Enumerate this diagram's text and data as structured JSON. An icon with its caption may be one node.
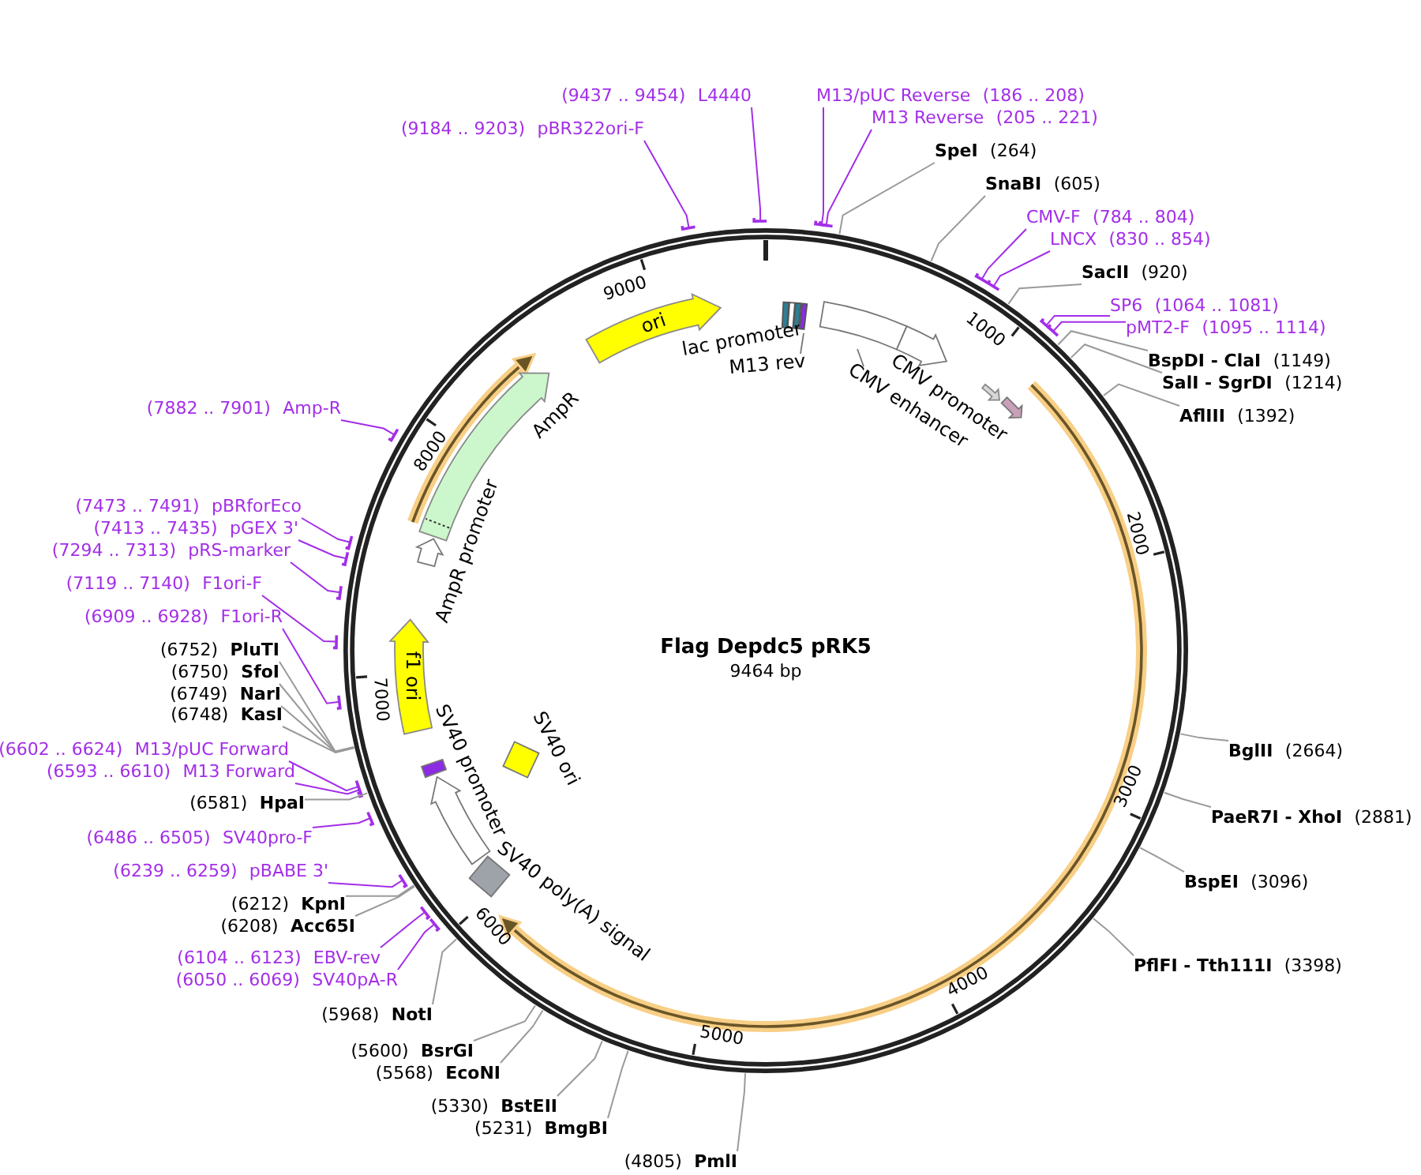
{
  "diagram": {
    "nodes": [
      {
        "text": [
          "Flag Depdc5 pRK5",
          "9464 bp"
        ]
      },
      {
        "text": [
          "ori"
        ],
        "in": 0
      },
      {
        "text": [
          "lac promoter"
        ],
        "in": 0
      },
      {
        "text": [
          "M13 rev"
        ],
        "in": 0
      },
      {
        "text": [
          "CMV enhancer"
        ],
        "in": 0
      },
      {
        "text": [
          "CMV promoter"
        ],
        "in": 0
      },
      {
        "text": [],
        "shape": "arrow",
        "in": 0
      },
      {
        "text": [],
        "shape": "arrow",
        "in": 0
      },
      {
        "text": [
          "AmpR"
        ],
        "in": 0
      },
      {
        "text": [
          "AmpR promoter"
        ],
        "in": 0
      },
      {
        "text": [
          "f1 ori"
        ],
        "in": 0
      },
      {
        "text": [
          "SV40 promoter"
        ],
        "in": 0
      },
      {
        "text": [
          "SV40 ori"
        ],
        "in": 0
      },
      {
        "text": [
          "SV40 poly(A) signal"
        ],
        "in": 0
      },
      {
        "text": [
          "(9437 .. 9454)",
          "L4440"
        ]
      },
      {
        "text": [
          "M13/pUC Reverse",
          "(186 .. 208)"
        ]
      },
      {
        "text": [
          "M13 Reverse",
          "(205 .. 221)"
        ]
      },
      {
        "text": [
          "(9184 .. 9203)",
          "pBR322ori-F"
        ]
      },
      {
        "text": [
          "SpeI",
          "(264)"
        ]
      },
      {
        "text": [
          "SnaBI",
          "(605)"
        ]
      },
      {
        "text": [
          "CMV-F",
          "(784 .. 804)"
        ]
      },
      {
        "text": [
          "LNCX",
          "(830 .. 854)"
        ]
      },
      {
        "text": [
          "SacII",
          "(920)"
        ]
      },
      {
        "text": [
          "SP6",
          "(1064 .. 1081)"
        ]
      },
      {
        "text": [
          "pMT2-F",
          "(1095 .. 1114)"
        ]
      },
      {
        "text": [
          "BspDI - ClaI",
          "(1149)"
        ]
      },
      {
        "text": [
          "SalI - SgrDI",
          "(1214)"
        ]
      },
      {
        "text": [
          "(7882 .. 7901)",
          "Amp-R"
        ]
      },
      {
        "text": [
          "AflIII",
          "(1392)"
        ]
      },
      {
        "text": [
          "(7473 .. 7491)",
          "pBRforEco"
        ]
      },
      {
        "text": [
          "(7413 .. 7435)",
          "pGEX 3'"
        ]
      },
      {
        "text": [
          "(7294 .. 7313)",
          "pRS-marker"
        ]
      },
      {
        "text": [
          "(7119 .. 7140)",
          "F1ori-F"
        ]
      },
      {
        "text": [
          "(6909 .. 6928)",
          "F1ori-R"
        ]
      },
      {
        "text": [
          "(6752)",
          "PluTI"
        ]
      },
      {
        "text": [
          "(6750)",
          "SfoI"
        ]
      },
      {
        "text": [
          "(6749)",
          "NarI"
        ]
      },
      {
        "text": [
          "(6748)",
          "KasI"
        ]
      },
      {
        "text": [
          "(6602 .. 6624)",
          "M13/pUC Forward"
        ]
      },
      {
        "text": [
          "BglII",
          "(2664)"
        ]
      },
      {
        "text": [
          "(6593 .. 6610)",
          "M13 Forward"
        ]
      },
      {
        "text": [
          "(6581)",
          "HpaI"
        ]
      },
      {
        "text": [
          "PaeR7I - XhoI",
          "(2881)"
        ]
      },
      {
        "text": [
          "(6486 .. 6505)",
          "SV40pro-F"
        ]
      },
      {
        "text": [
          "(6239 .. 6259)",
          "pBABE 3'"
        ]
      },
      {
        "text": [
          "BspEI",
          "(3096)"
        ]
      },
      {
        "text": [
          "(6212)",
          "KpnI"
        ]
      },
      {
        "text": [
          "(6208)",
          "Acc65I"
        ]
      },
      {
        "text": [
          "(6104 .. 6123)",
          "EBV-rev"
        ]
      },
      {
        "text": [
          "PflFI - Tth111I",
          "(3398)"
        ]
      },
      {
        "text": [
          "(6050 .. 6069)",
          "SV40pA-R"
        ]
      },
      {
        "text": [
          "(5968)",
          "NotI"
        ]
      },
      {
        "text": [
          "(5600)",
          "BsrGI"
        ]
      },
      {
        "text": [
          "(5568)",
          "EcoNI"
        ]
      },
      {
        "text": [
          "(5330)",
          "BstEII"
        ]
      },
      {
        "text": [
          "(5231)",
          "BmgBI"
        ]
      },
      {
        "text": [
          "(4805)",
          "PmlI"
        ]
      }
    ],
    "edges": [
      {
        "from": 14,
        "to": 0,
        "arrow": "other",
        "color": "#a32ee8"
      },
      {
        "from": 15,
        "to": 0,
        "arrow": "other",
        "color": "#a32ee8"
      },
      {
        "from": 16,
        "to": 0,
        "arrow": "other",
        "color": "#a32ee8"
      },
      {
        "from": 17,
        "to": 0,
        "arrow": "other",
        "color": "#a32ee8"
      },
      {
        "from": 18,
        "to": 0,
        "arrow": "none"
      },
      {
        "from": 19,
        "to": 0,
        "arrow": "none"
      },
      {
        "from": 20,
        "to": 0,
        "arrow": "other",
        "color": "#a32ee8"
      },
      {
        "from": 21,
        "to": 0,
        "arrow": "other",
        "color": "#a32ee8"
      },
      {
        "from": 22,
        "to": 0,
        "arrow": "none"
      },
      {
        "from": 23,
        "to": 0,
        "arrow": "other",
        "color": "#a32ee8"
      },
      {
        "from": 24,
        "to": 0,
        "arrow": "other",
        "color": "#a32ee8"
      },
      {
        "from": 25,
        "to": 0,
        "arrow": "none"
      },
      {
        "from": 26,
        "to": 0,
        "arrow": "none"
      },
      {
        "from": 27,
        "to": 0,
        "arrow": "other",
        "color": "#a32ee8"
      },
      {
        "from": 28,
        "to": 0,
        "arrow": "none"
      },
      {
        "from": 29,
        "to": 0,
        "arrow": "other",
        "color": "#a32ee8"
      },
      {
        "from": 30,
        "to": 0,
        "arrow": "other",
        "color": "#a32ee8"
      },
      {
        "from": 31,
        "to": 0,
        "arrow": "other",
        "color": "#a32ee8"
      },
      {
        "from": 32,
        "to": 0,
        "arrow": "other",
        "color": "#a32ee8"
      },
      {
        "from": 33,
        "to": 0,
        "arrow": "other",
        "color": "#a32ee8"
      },
      {
        "from": 34,
        "to": 0,
        "arrow": "none"
      },
      {
        "from": 35,
        "to": 0,
        "arrow": "none"
      },
      {
        "from": 36,
        "to": 0,
        "arrow": "none"
      },
      {
        "from": 37,
        "to": 0,
        "arrow": "none"
      },
      {
        "from": 38,
        "to": 0,
        "arrow": "other",
        "color": "#a32ee8"
      },
      {
        "from": 39,
        "to": 0,
        "arrow": "none"
      },
      {
        "from": 40,
        "to": 0,
        "arrow": "other",
        "color": "#a32ee8"
      },
      {
        "from": 41,
        "to": 0,
        "arrow": "none"
      },
      {
        "from": 42,
        "to": 0,
        "arrow": "none"
      },
      {
        "from": 43,
        "to": 0,
        "arrow": "other",
        "color": "#a32ee8"
      },
      {
        "from": 44,
        "to": 0,
        "arrow": "other",
        "color": "#a32ee8"
      },
      {
        "from": 45,
        "to": 0,
        "arrow": "none"
      },
      {
        "from": 46,
        "to": 0,
        "arrow": "none"
      },
      {
        "from": 47,
        "to": 0,
        "arrow": "none"
      },
      {
        "from": 48,
        "to": 0,
        "arrow": "other",
        "color": "#a32ee8"
      },
      {
        "from": 49,
        "to": 0,
        "arrow": "none"
      },
      {
        "from": 50,
        "to": 0,
        "arrow": "other",
        "color": "#a32ee8"
      },
      {
        "from": 51,
        "to": 0,
        "arrow": "none"
      },
      {
        "from": 52,
        "to": 0,
        "arrow": "none"
      },
      {
        "from": 53,
        "to": 0,
        "arrow": "none"
      },
      {
        "from": 54,
        "to": 0,
        "arrow": "none"
      },
      {
        "from": 55,
        "to": 0,
        "arrow": "none"
      },
      {
        "from": 56,
        "to": 0,
        "arrow": "none"
      }
    ],
    "labels": [
      "9000",
      "1000",
      "8000",
      "2000",
      "7000",
      "3000",
      "6000",
      "4000",
      "5000"
    ]
  }
}
